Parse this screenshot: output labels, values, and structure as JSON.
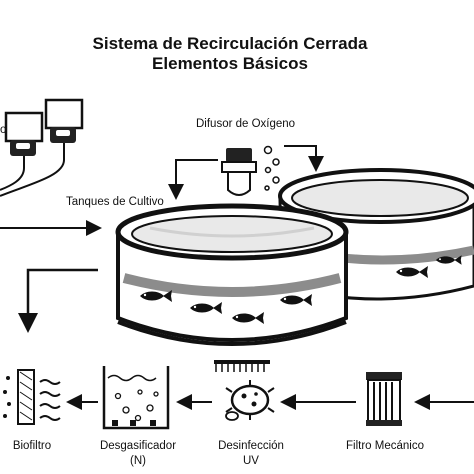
{
  "title": {
    "line1": "Sistema de Recirculación Cerrada",
    "line2": "Elementos Básicos"
  },
  "labels": {
    "left_cut": "o",
    "oxygen": "Difusor de Oxígeno",
    "tanks": "Tanques de Cultivo",
    "biofilter": "Biofiltro",
    "degasser_line1": "Desgasificador",
    "degasser_line2": "(N)",
    "uv_line1": "Desinfección",
    "uv_line2": "UV",
    "mech_filter": "Filtro Mecánico"
  },
  "icons": {
    "feeders": "feeder-icon",
    "oxygen": "oxygen-diffuser-icon",
    "tank": "fish-tank-icon",
    "biofilter": "biofilter-icon",
    "degasser": "degasser-icon",
    "uv": "uv-disinfection-icon",
    "mech_filter": "mechanical-filter-icon"
  },
  "colors": {
    "ink": "#111111",
    "tank_gray": "#8c8c8c",
    "water_light": "#e9e9e9"
  }
}
